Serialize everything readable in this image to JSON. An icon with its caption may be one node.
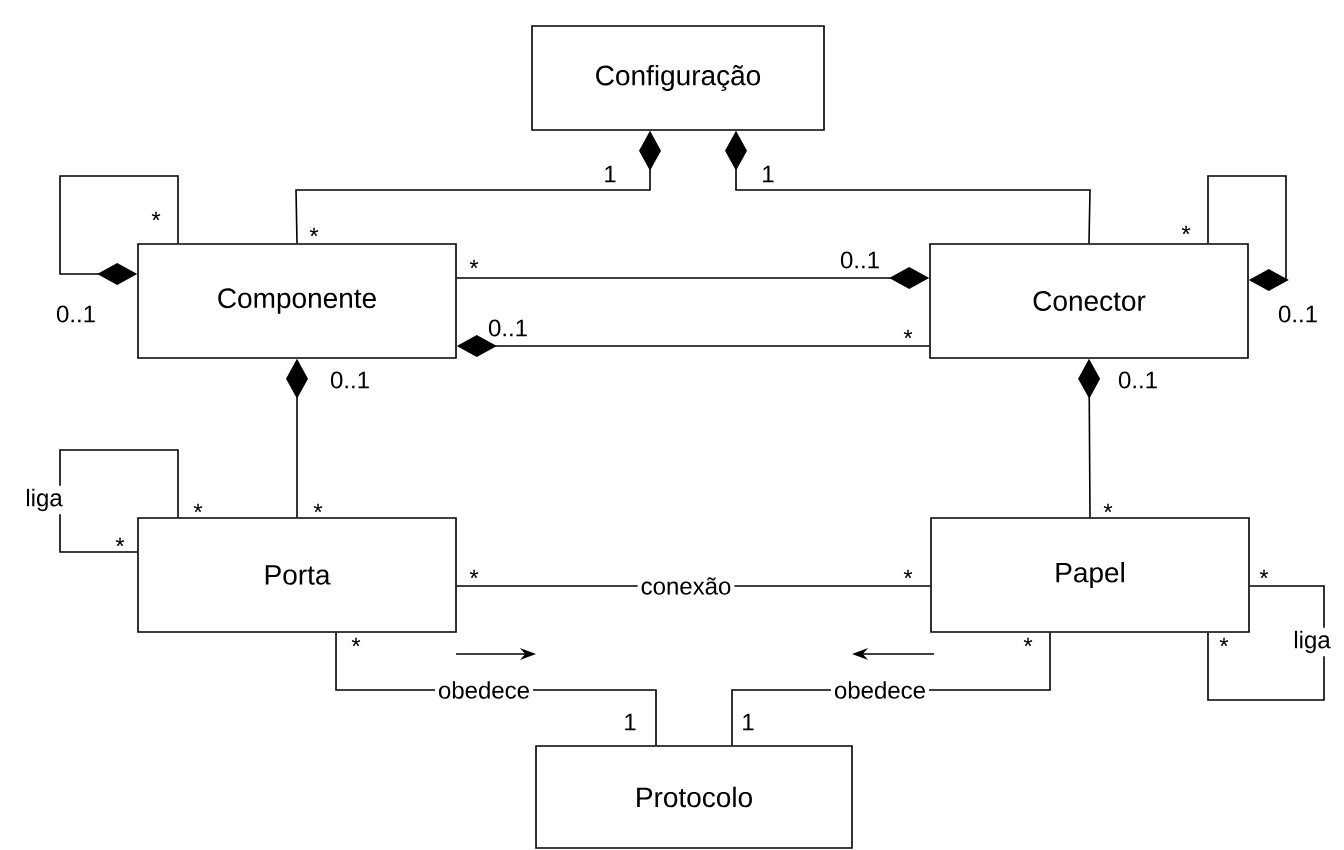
{
  "diagram": {
    "nodes": [
      {
        "text": [
          "Configuração"
        ]
      },
      {
        "text": [
          "Componente"
        ]
      },
      {
        "text": [
          "Conector"
        ]
      },
      {
        "text": [
          "Porta"
        ]
      },
      {
        "text": [
          "Papel"
        ]
      },
      {
        "text": [
          "Protocolo"
        ]
      }
    ],
    "edges": [
      {
        "from": 0,
        "to": 1,
        "arrow": "other"
      },
      {
        "from": 0,
        "to": 2,
        "arrow": "other"
      },
      {
        "from": 1,
        "to": 1,
        "arrow": "other"
      },
      {
        "from": 2,
        "to": 2,
        "arrow": "other"
      },
      {
        "from": 2,
        "to": 1,
        "arrow": "other"
      },
      {
        "from": 1,
        "to": 2,
        "arrow": "other"
      },
      {
        "from": 1,
        "to": 3,
        "arrow": "other"
      },
      {
        "from": 2,
        "to": 4,
        "arrow": "other"
      },
      {
        "from": 3,
        "to": 3,
        "arrow": "none",
        "label": "liga"
      },
      {
        "from": 4,
        "to": 4,
        "arrow": "none",
        "label": "liga"
      },
      {
        "from": 3,
        "to": 4,
        "arrow": "none",
        "label": "conexão"
      },
      {
        "from": 3,
        "to": 5,
        "arrow": "none",
        "label": "obedece"
      },
      {
        "from": 4,
        "to": 5,
        "arrow": "none",
        "label": "obedece"
      }
    ],
    "labels": [
      "1",
      "1",
      "*",
      "*",
      "*",
      "0..1",
      "*",
      "0..1",
      "0..1",
      "0..1",
      "*",
      "0..1",
      "0..1",
      "*",
      "*",
      "*",
      "*",
      "*",
      "*",
      "*",
      "*",
      "*",
      "*",
      "1",
      "1"
    ]
  }
}
